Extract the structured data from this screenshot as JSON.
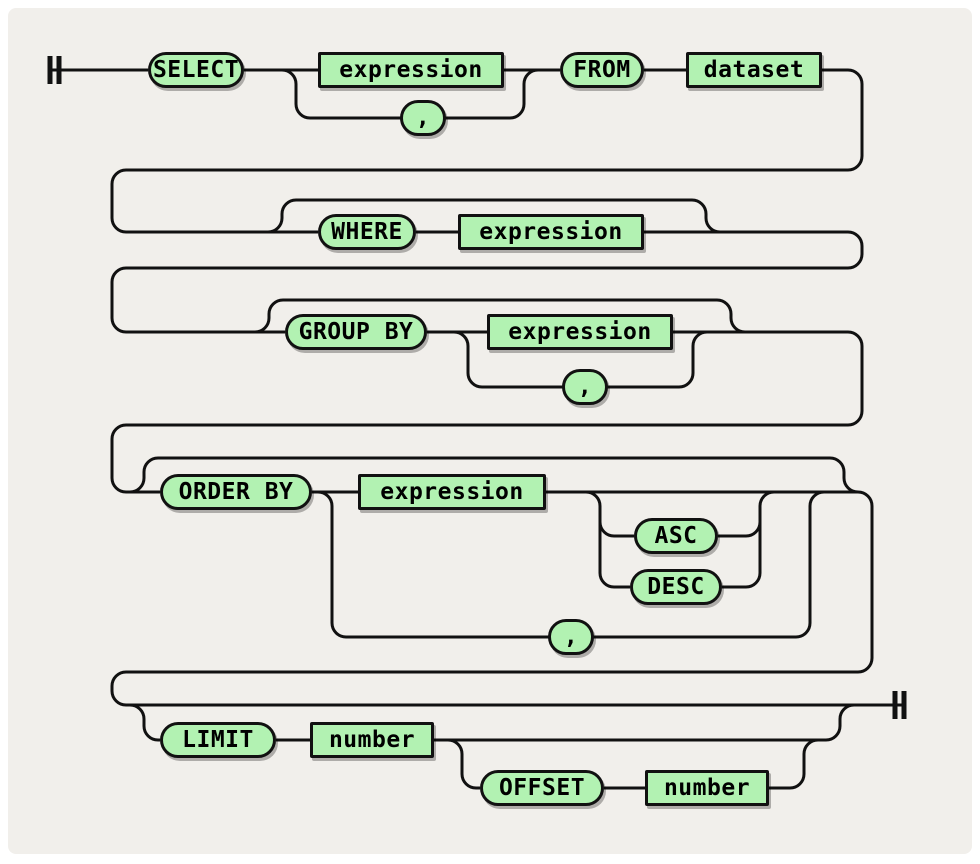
{
  "diagram_type": "railroad-syntax-diagram",
  "colors": {
    "page": "#ffffff",
    "background": "#f1efeb",
    "node_fill": "#b2f2b2",
    "line": "#111111",
    "text": "#000000"
  },
  "nodes": {
    "select": {
      "label": "SELECT",
      "kind": "keyword"
    },
    "expression_select": {
      "label": "expression",
      "kind": "nonterminal"
    },
    "comma_select": {
      "label": ",",
      "kind": "keyword"
    },
    "from": {
      "label": "FROM",
      "kind": "keyword"
    },
    "dataset": {
      "label": "dataset",
      "kind": "nonterminal"
    },
    "where": {
      "label": "WHERE",
      "kind": "keyword"
    },
    "expression_where": {
      "label": "expression",
      "kind": "nonterminal"
    },
    "group_by": {
      "label": "GROUP BY",
      "kind": "keyword"
    },
    "expression_group": {
      "label": "expression",
      "kind": "nonterminal"
    },
    "comma_group": {
      "label": ",",
      "kind": "keyword"
    },
    "order_by": {
      "label": "ORDER BY",
      "kind": "keyword"
    },
    "expression_order": {
      "label": "expression",
      "kind": "nonterminal"
    },
    "asc": {
      "label": "ASC",
      "kind": "keyword"
    },
    "desc": {
      "label": "DESC",
      "kind": "keyword"
    },
    "comma_order": {
      "label": ",",
      "kind": "keyword"
    },
    "limit": {
      "label": "LIMIT",
      "kind": "keyword"
    },
    "number_limit": {
      "label": "number",
      "kind": "nonterminal"
    },
    "offset": {
      "label": "OFFSET",
      "kind": "keyword"
    },
    "number_offset": {
      "label": "number",
      "kind": "nonterminal"
    }
  }
}
